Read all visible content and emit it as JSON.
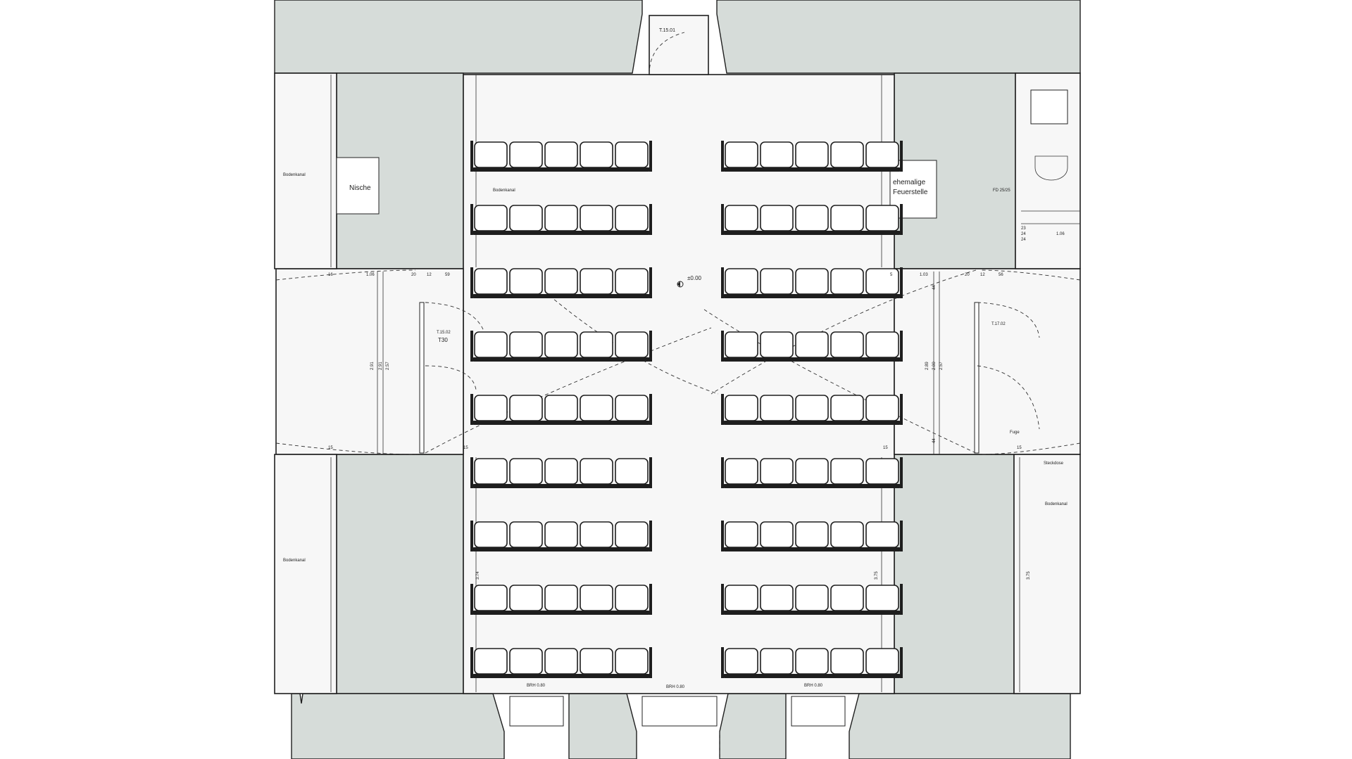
{
  "labels": {
    "door_top": "T.15.01",
    "nische": "Nische",
    "feuerstelle_line1": "ehemalige",
    "feuerstelle_line2": "Feuerstelle",
    "bodenkanal_left_top": "Bodenkanal",
    "bodenkanal_inner": "Bodenkanal",
    "bodenkanal_left_bottom": "Bodenkanal",
    "bodenkanal_right": "Bodenkanal",
    "fd": "FD 25/25",
    "level": "±0.00",
    "door_left": "T.15.02",
    "t30": "T30",
    "door_right": "T.17.02",
    "fuge": "Fuge",
    "steckdose": "Steckdose",
    "brh_left": "BRH 0.80",
    "brh_center": "BRH 0.80",
    "brh_right": "BRH 0.80"
  },
  "dimensions": {
    "d16": "16",
    "d106": "1.06",
    "d20a": "20",
    "d12a": "12",
    "d59": "59",
    "d5": "5",
    "d103": "1.03",
    "d20b": "20",
    "d12b": "12",
    "d56": "56",
    "d291": "2.91",
    "d291b": "2.91",
    "d257": "2.57",
    "d289": "2.89",
    "d200": "2.00",
    "d257b": "2.57",
    "d44a": "44",
    "d44b": "44",
    "d15a": "15",
    "d15b": "15",
    "d15c": "15",
    "d15d": "15",
    "d374": "3.74",
    "d375": "3.75",
    "d375b": "3.75",
    "d23": "23",
    "d24a": "24",
    "d24b": "24",
    "d106b": "1.06"
  },
  "seating": {
    "rows": 9,
    "seats_per_block": 5,
    "blocks": 2
  },
  "colors": {
    "wall_fill": "#d6dcd9",
    "floor": "#f7f7f7",
    "line": "#1f1f1f"
  }
}
